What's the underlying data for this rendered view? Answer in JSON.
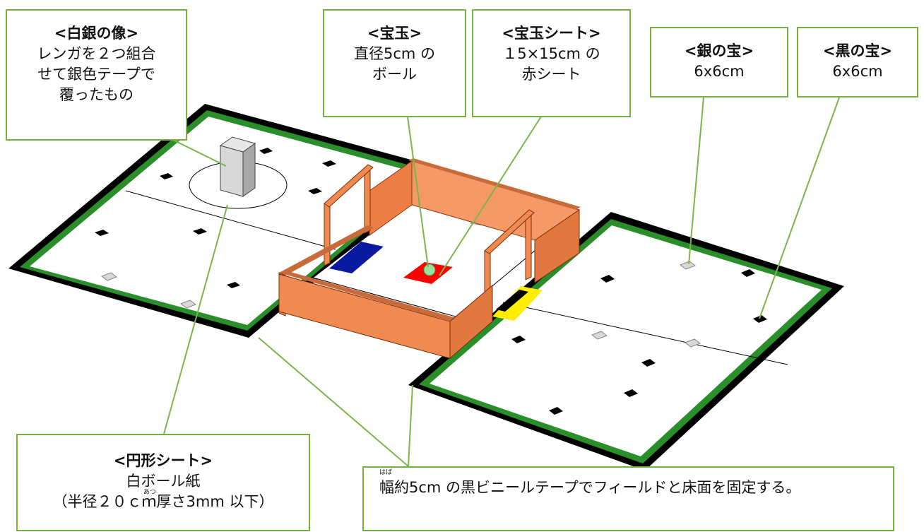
{
  "callouts": {
    "statue": {
      "title": "<白銀の像>",
      "lines": [
        "レンガを２つ組合",
        "せて銀色テープで",
        "覆ったもの"
      ]
    },
    "ball": {
      "title": "<宝玉>",
      "lines": [
        "直径5cm の",
        "ボール"
      ]
    },
    "sheet": {
      "title": "<宝玉シート>",
      "lines": [
        "１5×15cm の",
        "赤シート"
      ]
    },
    "silver": {
      "title": "<銀の宝>",
      "lines": [
        "6x6cm"
      ]
    },
    "black": {
      "title": "<黒の宝>",
      "lines": [
        "6x6cm"
      ]
    },
    "circle": {
      "title": "<円形シート>",
      "lines": [
        "白ボール紙",
        "（半径２０ｃｍ厚さ3mm 以下）"
      ],
      "ruby": "あつ"
    },
    "tape": {
      "lines": [
        "幅約5cm の黒ビニールテープでフィールドと床面を固定する。"
      ],
      "ruby": "はば"
    }
  },
  "colors": {
    "callout_border": "#77b142",
    "leader_line": "#7ab648",
    "field_border_outer": "#000000",
    "field_border_inner": "#1f8f1f",
    "wall": "#f08a50",
    "red_sheet": "#ff0000",
    "blue_zone": "#0a1aa0",
    "yellow_zone": "#ffee00",
    "silver_marker": "#d6d6d6",
    "black_marker": "#000000"
  }
}
